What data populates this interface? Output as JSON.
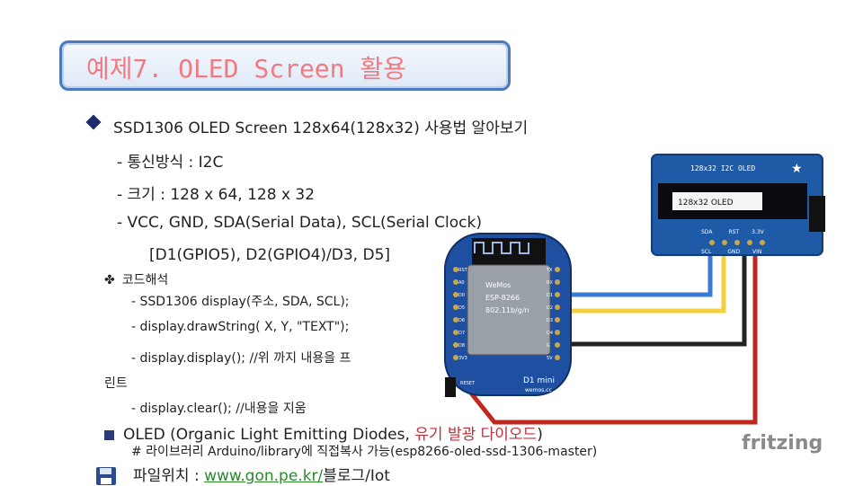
{
  "title": "예제7. OLED Screen 활용",
  "bullet_main": "SSD1306 OLED Screen 128x64(128x32) 사용법 알아보기",
  "items": [
    "- 통신방식 : I2C",
    "- 크기 : 128 x 64, 128 x 32",
    "- VCC, GND, SDA(Serial Data), SCL(Serial Clock)",
    "[D1(GPIO5), D2(GPIO4)/D3, D5]"
  ],
  "code_header": "코드해석",
  "code_lines": [
    "- SSD1306  display(주소, SDA, SCL);",
    "- display.drawString( X, Y, \"TEXT\");",
    "- display.display();   //위 까지 내용을 프",
    "린트",
    "- display.clear();       //내용을 지움"
  ],
  "oled_line": {
    "prefix": "OLED (Organic Light Emitting Diodes,",
    "korean": " 유기 발광 다이오드",
    "suffix": ")"
  },
  "library_line": "# 라이브러리 Arduino/library에 직접복사 가능(esp8266-oled-ssd-1306-master)",
  "file_line": {
    "prefix": "파일위치 : ",
    "link": "www.gon.pe.kr/",
    "suffix": "블로그/Iot"
  },
  "oled_module": {
    "header": "128x32 I2C OLED",
    "screen_text": "128x32 OLED",
    "pins": [
      "SDA",
      "RST",
      "3.3V"
    ],
    "pins2": [
      "SCL",
      "GND",
      "VIN"
    ]
  },
  "d1_board": {
    "chip_lines": [
      "WeMos",
      "ESP-8266",
      "802.11b/g/n"
    ],
    "brand": "D1 mini",
    "site": "wemos.cc",
    "left_pins": [
      "RST",
      "A0",
      "D0",
      "D5",
      "D6",
      "D7",
      "D8",
      "3V3"
    ],
    "right_pins": [
      "TX",
      "RX",
      "D1",
      "D2",
      "D3",
      "D4",
      "G",
      "5V"
    ],
    "reset": "RESET"
  },
  "fritzing": "fritzing",
  "colors": {
    "title": "#f07a82",
    "wire_blue": "#3a7bd5",
    "wire_yellow": "#f4d03f",
    "wire_black": "#222222",
    "wire_red": "#c0271f",
    "board": "#1f4fa0"
  }
}
